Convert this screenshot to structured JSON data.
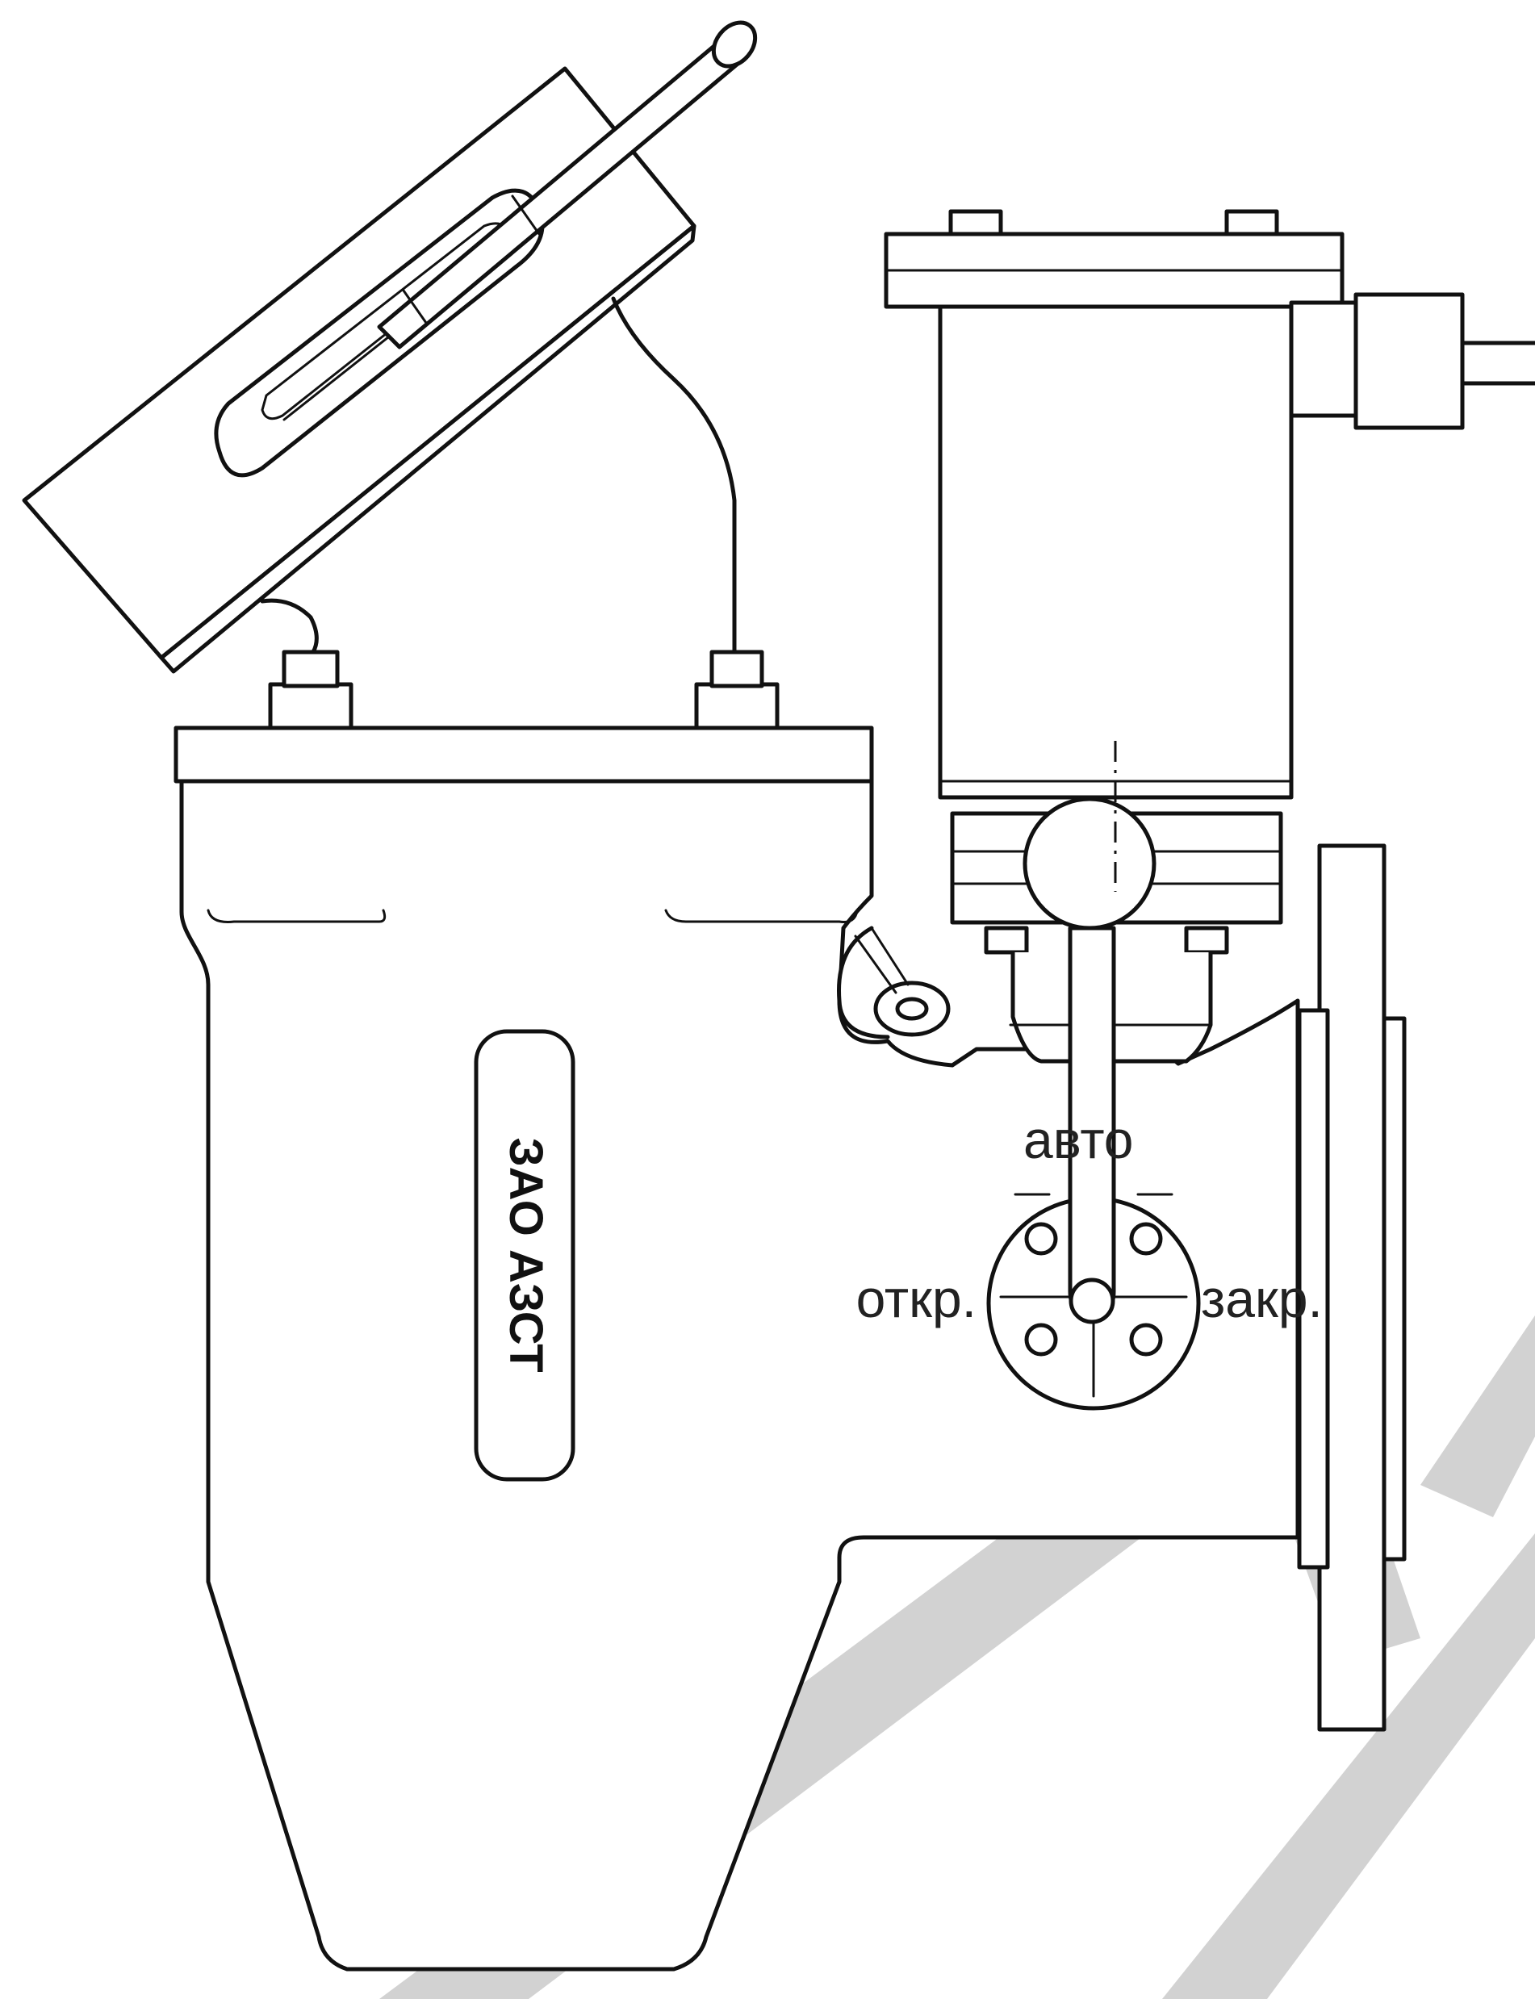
{
  "diagram": {
    "manufacturer_plate": "ЗАО АЗСТ",
    "valve_positions": {
      "auto": "авто",
      "open": "откр.",
      "closed": "закр."
    }
  },
  "colors": {
    "line": "#111111",
    "background": "#ffffff",
    "watermark": "#d2d2d2"
  }
}
